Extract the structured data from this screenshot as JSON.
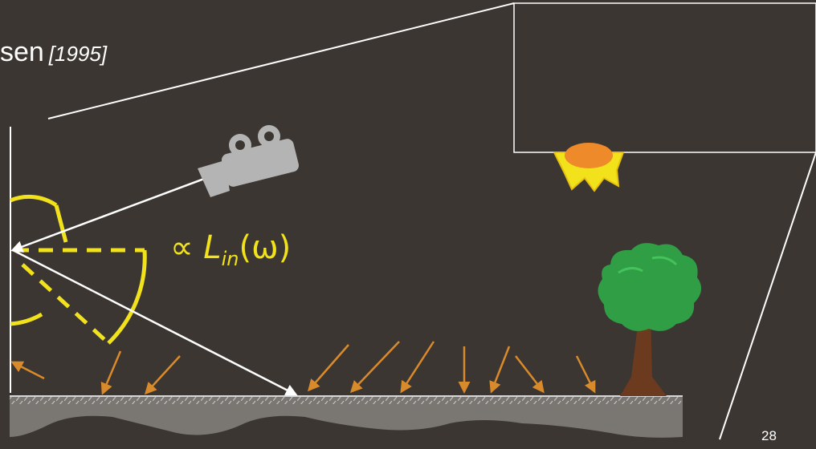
{
  "slide": {
    "title": "sen",
    "year": "[1995]",
    "formula": {
      "symbol": "∝",
      "base": "L",
      "subscript": "in",
      "argument": "(ω)"
    },
    "page_number": "28"
  },
  "colors": {
    "background": "#3b3631",
    "highlight": "#f2e21b",
    "arrow_orange": "#d98a2b",
    "ground": "#7a7773",
    "camera": "#b4b4b4",
    "foliage": "#2f9e45",
    "trunk": "#6b3a1f",
    "sun_orange": "#ef8a2a"
  },
  "icons": [
    "camera-icon",
    "sun-icon",
    "tree-icon"
  ]
}
